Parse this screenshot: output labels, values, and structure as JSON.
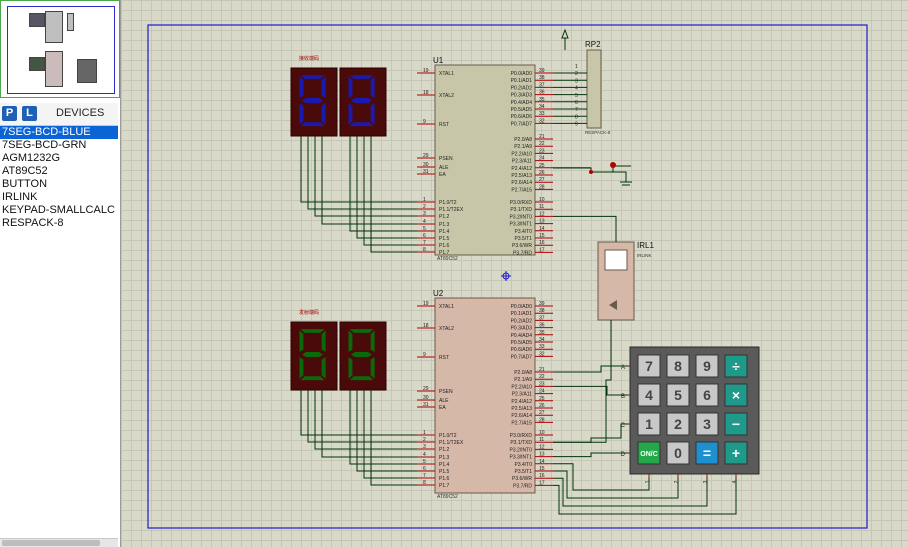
{
  "sidebar": {
    "pick_button": "P",
    "library_button": "L",
    "title": "DEVICES",
    "devices": [
      "7SEG-BCD-BLUE",
      "7SEG-BCD-GRN",
      "AGM1232G",
      "AT89C52",
      "BUTTON",
      "IRLINK",
      "KEYPAD-SMALLCALC",
      "RESPACK-8"
    ],
    "selected_index": 0
  },
  "schematic": {
    "colors": {
      "sheet_border": "#1a1acd",
      "chip_fill": "#c8c6a8",
      "chip_fill2": "#d6b8a8",
      "wire": "#00330a",
      "pin": "#b00000",
      "seg_blue": "#1a1ab0",
      "seg_green": "#0a6a0a",
      "display_bg": "#4a0a0a"
    },
    "u1": {
      "ref": "U1",
      "part": "AT89C52",
      "left_pins": [
        {
          "num": "19",
          "name": "XTAL1"
        },
        {
          "num": "18",
          "name": "XTAL2"
        },
        {
          "num": "9",
          "name": "RST"
        },
        {
          "num": "29",
          "name": "PSEN"
        },
        {
          "num": "30",
          "name": "ALE"
        },
        {
          "num": "31",
          "name": "EA"
        },
        {
          "num": "1",
          "name": "P1.0/T2"
        },
        {
          "num": "2",
          "name": "P1.1/T2EX"
        },
        {
          "num": "3",
          "name": "P1.2"
        },
        {
          "num": "4",
          "name": "P1.3"
        },
        {
          "num": "5",
          "name": "P1.4"
        },
        {
          "num": "6",
          "name": "P1.5"
        },
        {
          "num": "7",
          "name": "P1.6"
        },
        {
          "num": "8",
          "name": "P1.7"
        }
      ],
      "right_pins": [
        {
          "num": "39",
          "name": "P0.0/AD0"
        },
        {
          "num": "38",
          "name": "P0.1/AD1"
        },
        {
          "num": "37",
          "name": "P0.2/AD2"
        },
        {
          "num": "36",
          "name": "P0.3/AD3"
        },
        {
          "num": "35",
          "name": "P0.4/AD4"
        },
        {
          "num": "34",
          "name": "P0.5/AD5"
        },
        {
          "num": "33",
          "name": "P0.6/AD6"
        },
        {
          "num": "32",
          "name": "P0.7/AD7"
        },
        {
          "num": "21",
          "name": "P2.0/A8"
        },
        {
          "num": "22",
          "name": "P2.1/A9"
        },
        {
          "num": "23",
          "name": "P2.2/A10"
        },
        {
          "num": "24",
          "name": "P2.3/A11"
        },
        {
          "num": "25",
          "name": "P2.4/A12"
        },
        {
          "num": "26",
          "name": "P2.5/A13"
        },
        {
          "num": "27",
          "name": "P2.6/A14"
        },
        {
          "num": "28",
          "name": "P2.7/A15"
        },
        {
          "num": "10",
          "name": "P3.0/RXD"
        },
        {
          "num": "11",
          "name": "P3.1/TXD"
        },
        {
          "num": "12",
          "name": "P3.2/INT0"
        },
        {
          "num": "13",
          "name": "P3.3/INT1"
        },
        {
          "num": "14",
          "name": "P3.4/T0"
        },
        {
          "num": "15",
          "name": "P3.5/T1"
        },
        {
          "num": "16",
          "name": "P3.6/WR"
        },
        {
          "num": "17",
          "name": "P3.7/RD"
        }
      ]
    },
    "u2": {
      "ref": "U2",
      "part": "AT89C52"
    },
    "display1": {
      "label": "接收端码",
      "digits": "88"
    },
    "display2": {
      "label": "发射端码",
      "digits": "88"
    },
    "rp2": {
      "ref": "RP2",
      "part": "RESPACK-8",
      "pins": [
        "1",
        "2",
        "3",
        "4",
        "5",
        "6",
        "7",
        "8",
        "9"
      ]
    },
    "irl1": {
      "ref": "IRL1",
      "part": "IRLINK"
    },
    "keypad": {
      "rows": [
        "A",
        "B",
        "C",
        "D"
      ],
      "cols": [
        "1",
        "2",
        "3",
        "4"
      ],
      "keys": [
        [
          "7",
          "8",
          "9",
          "÷"
        ],
        [
          "4",
          "5",
          "6",
          "×"
        ],
        [
          "1",
          "2",
          "3",
          "−"
        ],
        [
          "ON/C",
          "0",
          "=",
          "+"
        ]
      ]
    }
  }
}
